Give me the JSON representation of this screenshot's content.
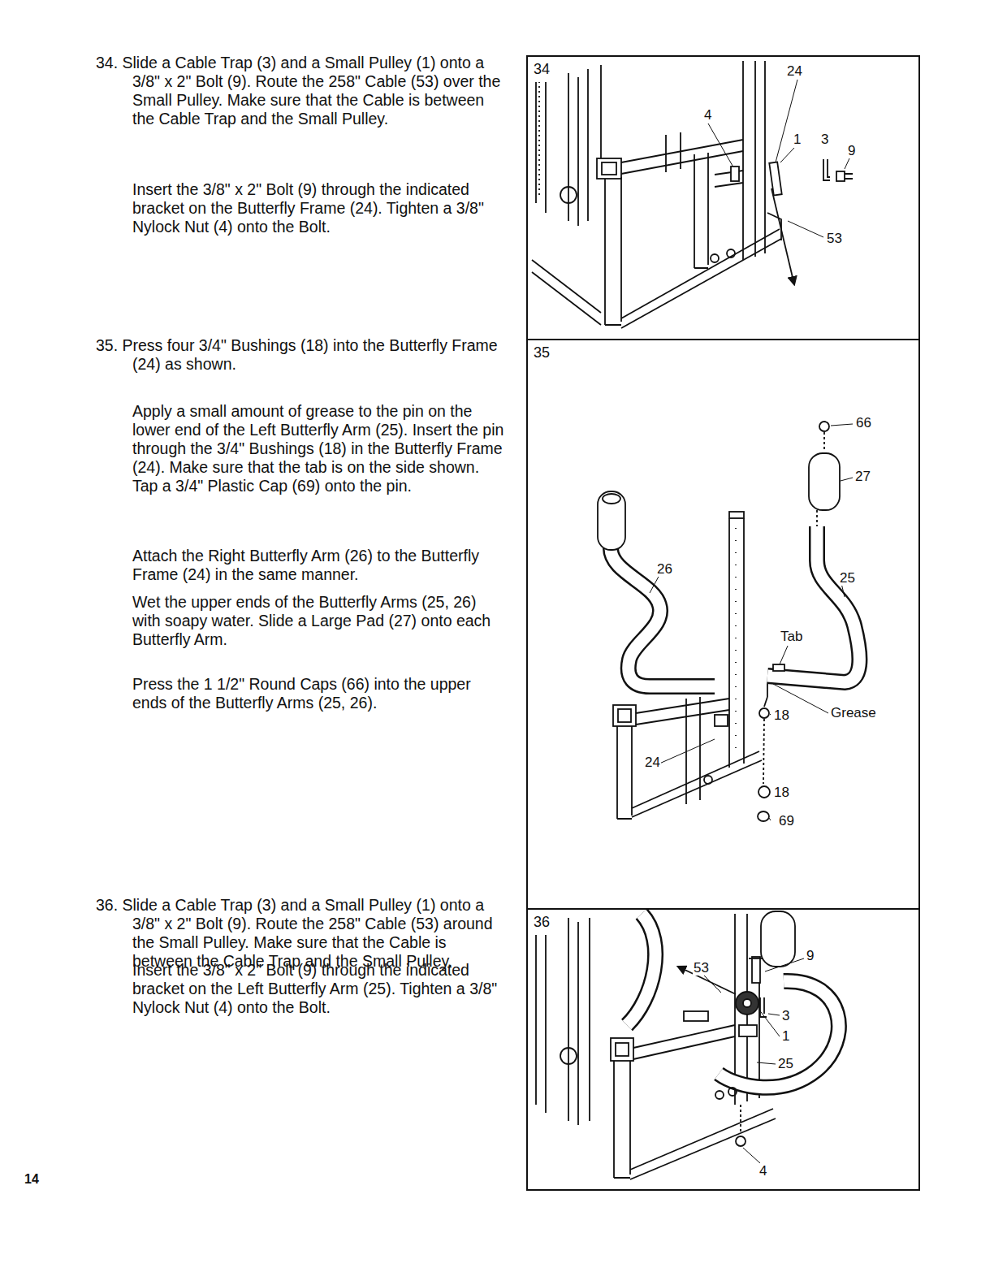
{
  "diagram": {
    "nodes": [
      {
        "text": [
          "34"
        ]
      },
      {
        "text": [
          "35"
        ]
      },
      {
        "text": [
          "36"
        ]
      }
    ],
    "labels": [
      "34. Slide a Cable Trap (3) and a Small Pulley (1) onto a 3/8\" x 2\" Bolt (9). Route the 258\" Cable (53) over the Small Pulley. Make sure that the Cable is between the Cable Trap and the Small Pulley.",
      "Insert the 3/8\" x 2\" Bolt (9) through the indicated bracket on the Butterfly Frame (24). Tighten a 3/8\" Nylock Nut (4) onto the Bolt.",
      "35. Press four 3/4\" Bushings (18) into the Butterfly Frame (24) as shown.",
      "Apply a small amount of grease to the pin on the lower end of the Left Butterfly Arm (25). Insert the pin through the 3/4\" Bushings (18) in the Butterfly Frame (24). Make sure that the tab is on the side shown. Tap a 3/4\" Plastic Cap (69) onto the pin.",
      "Attach the Right Butterfly Arm (26) to the Butterfly Frame (24) in the same manner.",
      "Wet the upper ends of the Butterfly Arms (25, 26) with soapy water. Slide a Large Pad (27) onto each Butterfly Arm.",
      "Press the 1 1/2\" Round Caps (66) into the upper ends of the Butterfly Arms (25, 26).",
      "36. Slide a Cable Trap (3) and a Small Pulley (1) onto a 3/8\" x 2\" Bolt (9). Route the 258\" Cable (53) around the Small Pulley. Make sure that the Cable is between the Cable Trap and the Small Pulley.",
      "Insert the 3/8\" x 2\" Bolt (9) through the indicated bracket on the Left Butterfly Arm (25). Tighten a 3/8\" Nylock Nut (4) onto the Bolt.",
      "14",
      "24",
      "4",
      "1",
      "3",
      "9",
      "53",
      "66",
      "27",
      "26",
      "25",
      "Tab",
      "Grease",
      "18",
      "24",
      "18",
      "69",
      "53",
      "9",
      "3",
      "1",
      "25",
      "4"
    ]
  }
}
